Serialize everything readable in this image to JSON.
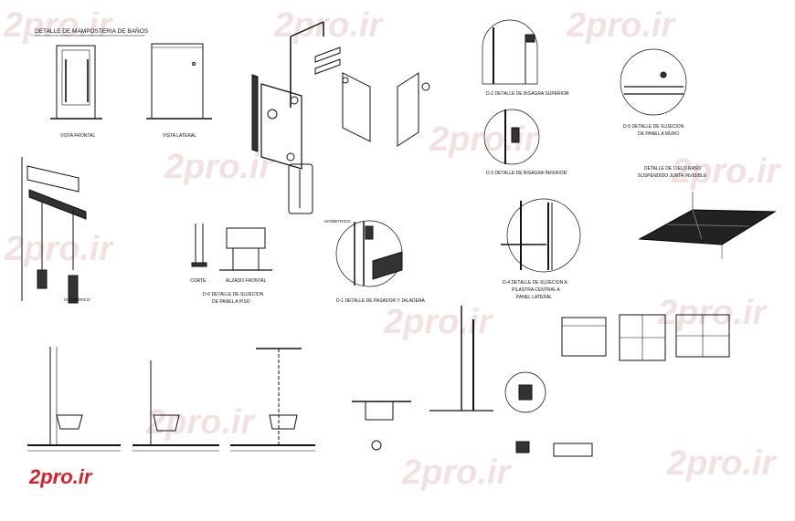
{
  "sheet": {
    "main_title": "DETALLE DE MAMPOSTERIA DE BAÑOS",
    "watermark": "2pro.ir",
    "logo": "2pro.ir"
  },
  "labels": {
    "vista_frontal": "VISTA FRONTAL",
    "vista_lateral": "VISTA LATERAL",
    "isometrico_top": "ISOMETRICO",
    "isometrico_left": "ISOMETRICO",
    "d2": "D-2  DETALLE DE BISAGRA SUPERIOR",
    "d3": "D-3  DETALLE DE BISAGRA INFERIOR",
    "d5_a": "D-5  DETALLE DE SUJECION",
    "d5_b": "DE PANEL A MURO",
    "cielo_a": "DETALLE DE CIELO RASO",
    "cielo_b": "SUSPENDIDO JUNTA INVISIBLE",
    "d4_a": "D-4  DETALLE DE SUJECION A",
    "d4_b": "PILASTRA CENTRAL A",
    "d4_b2": "PANEL LATERAL",
    "corte": "CORTE",
    "alzado": "ALZADO FRONTAL",
    "d6_a": "D-6  DETALLE DE SUJECION",
    "d6_b": "DE PANEL A PISO",
    "d1": "D-1  DETALLE DE PASADOR Y JALADERA"
  }
}
